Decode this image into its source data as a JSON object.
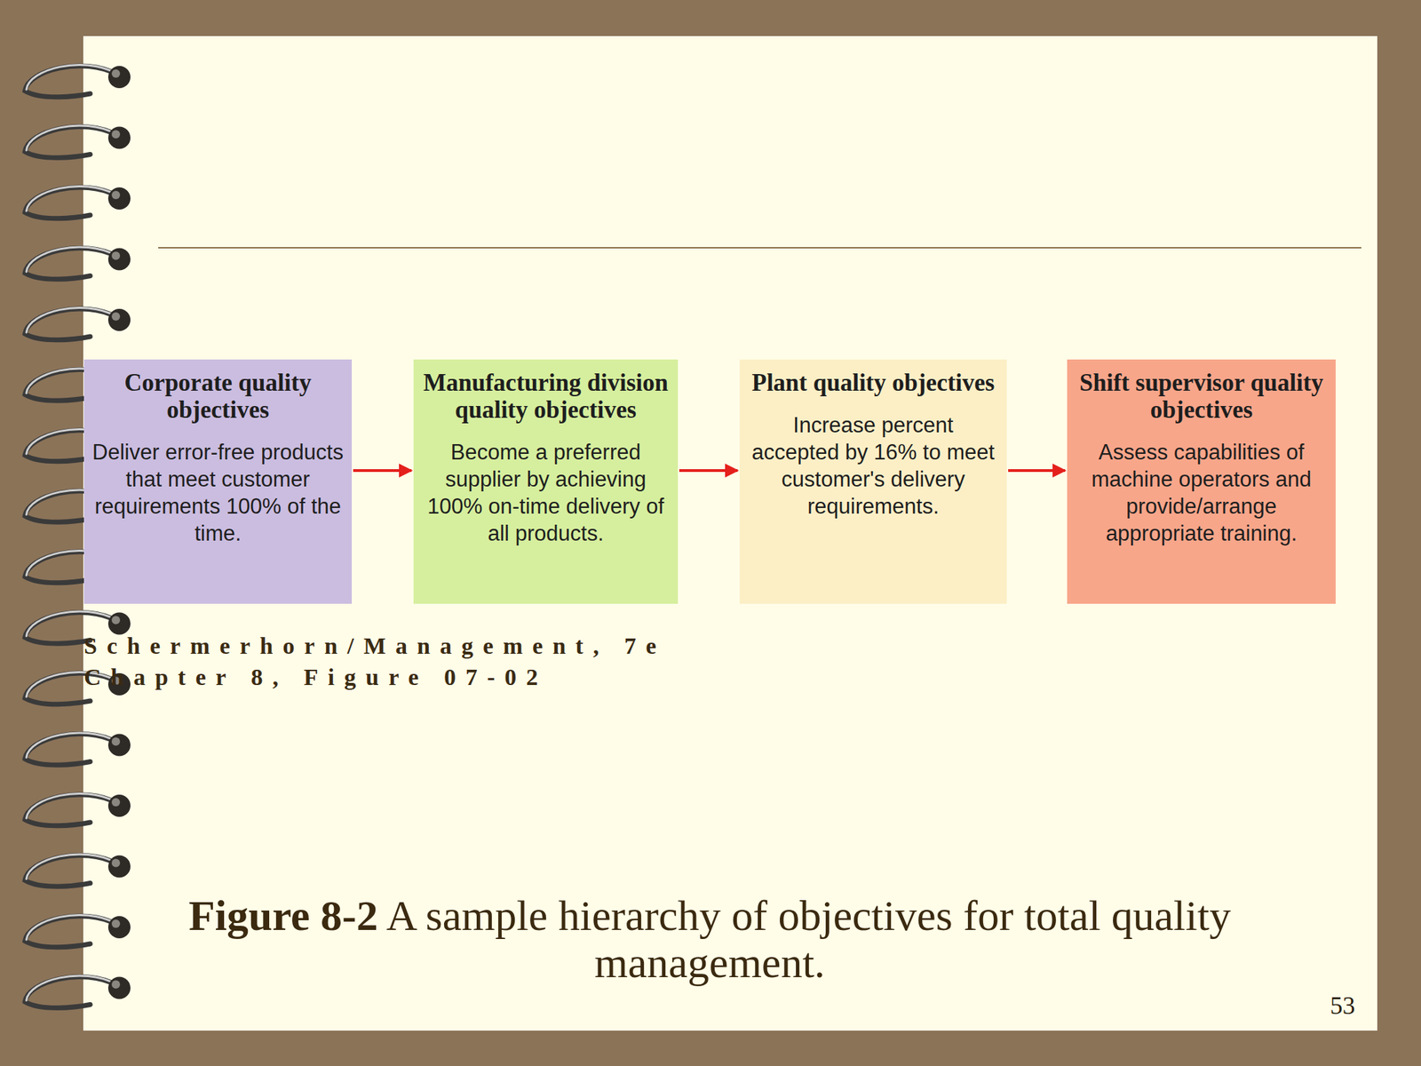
{
  "diagram": {
    "caption": "Figure 8-2 A sample hierarchy of objectives for total quality management.",
    "nodes": [
      {
        "text": [
          "Corporate quality objectives",
          "Deliver error-free products that meet customer requirements 100% of the time."
        ]
      },
      {
        "text": [
          "Manufacturing division quality objectives",
          "Become a preferred supplier by achieving 100% on-time delivery of all products."
        ]
      },
      {
        "text": [
          "Plant quality objectives",
          "Increase percent accepted by 16% to meet customer's delivery requirements."
        ]
      },
      {
        "text": [
          "Shift supervisor quality objectives",
          "Assess capabilities of machine operators and provide/arrange appropriate training."
        ]
      }
    ],
    "edges": [
      {
        "from": 0,
        "to": 1,
        "arrow": "to"
      },
      {
        "from": 1,
        "to": 2,
        "arrow": "to"
      },
      {
        "from": 2,
        "to": 3,
        "arrow": "to"
      }
    ],
    "labels": [
      "Schermerhorn/Management, 7e",
      "Chapter 8, Figure 07-02",
      "53"
    ]
  }
}
